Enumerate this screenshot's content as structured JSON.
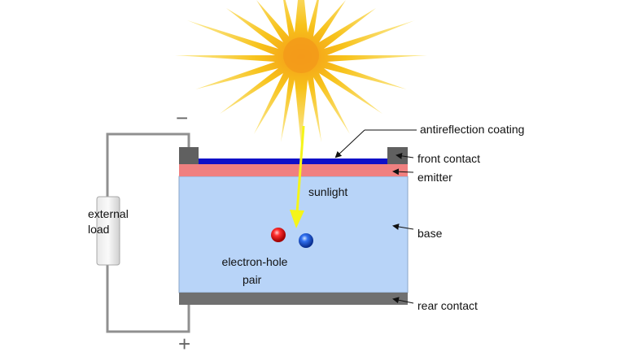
{
  "labels": {
    "antireflection_coating": "antireflection coating",
    "front_contact": "front contact",
    "emitter": "emitter",
    "base": "base",
    "rear_contact": "rear contact",
    "sunlight": "sunlight",
    "external_load_line1": "external",
    "external_load_line2": "load",
    "electron_hole_line1": "electron-hole",
    "electron_hole_line2": "pair"
  },
  "terminals": {
    "negative": "−",
    "positive": "+"
  },
  "colors": {
    "antireflection_coating": "#1010c8",
    "emitter": "#f08080",
    "base": "#b8d4f8",
    "rear_contact": "#707070",
    "front_contact": "#606060",
    "wire": "#909090",
    "sunlight_arrow": "#f5f51a",
    "electron": "#e02020",
    "hole": "#2060e0",
    "sun": "#f7c21a"
  }
}
